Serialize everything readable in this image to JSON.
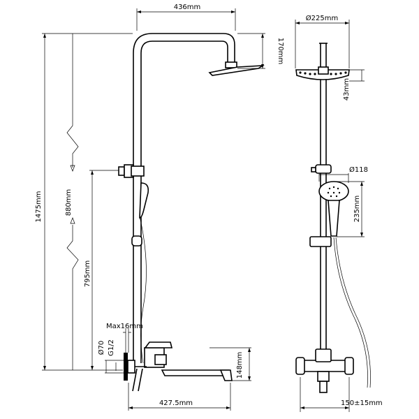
{
  "dimensions": {
    "head_reach": "436mm",
    "head_drop": "170mm",
    "total_height": "1475mm",
    "adjust_height": "880mm",
    "mixer_height": "795mm",
    "max_wall": "Max16mm",
    "flange_dia": "Ø70",
    "thread": "G1/2",
    "spout_height": "148mm",
    "spout_reach": "427.5mm",
    "head_dia": "Ø225mm",
    "head_thickness": "43mm",
    "hand_dia": "Ø118",
    "hand_length": "235mm",
    "centers": "150±15mm"
  }
}
